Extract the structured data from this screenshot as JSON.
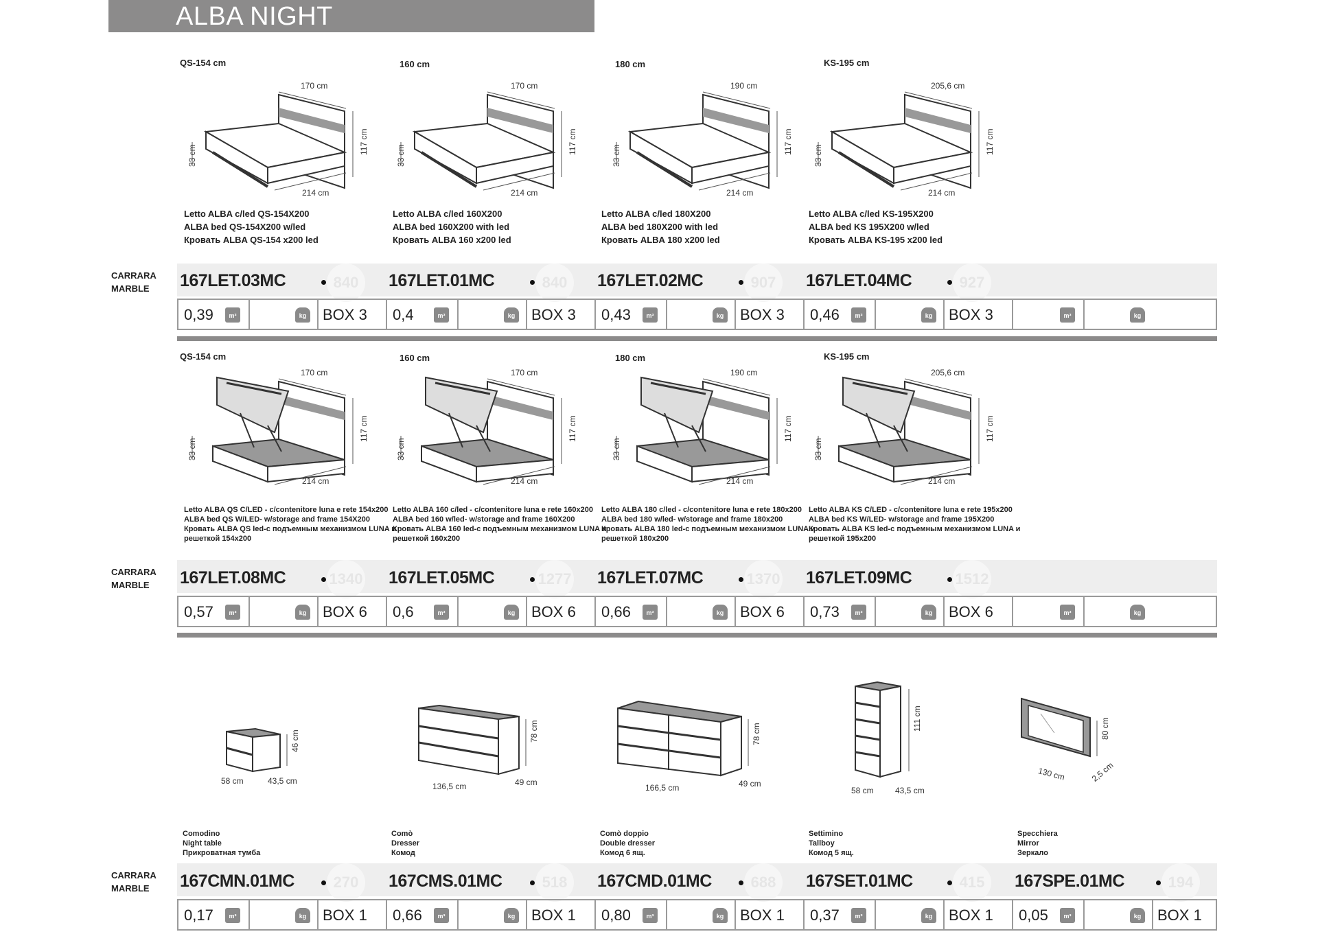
{
  "header": {
    "title": "ALBA NIGHT"
  },
  "material": "CARRARA\nMARBLE",
  "units": {
    "volume": "m³",
    "weight": "kg"
  },
  "rows": [
    {
      "items": [
        {
          "size": "QS-154 cm",
          "width": "170 cm",
          "length": "214 cm",
          "height": "117 cm",
          "base": "33 cm",
          "desc": [
            "Letto ALBA  c/led QS-154X200",
            "ALBA bed  QS-154X200 w/led",
            "Кровать ALBA QS-154 x200 led"
          ],
          "code": "167LET.03MC",
          "price": "840",
          "volume": "0,39",
          "box": "BOX 3"
        },
        {
          "size": "160 cm",
          "width": "170 cm",
          "length": "214 cm",
          "height": "117 cm",
          "base": "33 cm",
          "desc": [
            "Letto  ALBA  c/led 160X200",
            "ALBA bed 160X200 with led",
            "Кровать ALBA 160 x200 led"
          ],
          "code": "167LET.01MC",
          "price": "840",
          "volume": "0,4",
          "box": "BOX 3"
        },
        {
          "size": "180 cm",
          "width": "190 cm",
          "length": "214 cm",
          "height": "117 cm",
          "base": "33 cm",
          "desc": [
            "Letto  ALBA  c/led 180X200",
            "ALBA bed 180X200 with led",
            "Кровать ALBA 180 x200 led"
          ],
          "code": "167LET.02MC",
          "price": "907",
          "volume": "0,43",
          "box": "BOX 3"
        },
        {
          "size": "KS-195 cm",
          "width": "205,6 cm",
          "length": "214 cm",
          "height": "117 cm",
          "base": "33 cm",
          "desc": [
            "Letto ALBA  c/led KS-195X200",
            "ALBA bed  KS 195X200 w/led",
            "Кровать ALBA KS-195 x200 led"
          ],
          "code": "167LET.04MC",
          "price": "927",
          "volume": "0,46",
          "box": "BOX 3"
        }
      ]
    },
    {
      "items": [
        {
          "size": "QS-154 cm",
          "width": "170 cm",
          "length": "214 cm",
          "height": "117 cm",
          "base": "33 cm",
          "desc": [
            "Letto ALBA QS  C/LED - c/contenitore luna e rete 154x200",
            "ALBA bed QS W/LED-  w/storage  and frame 154X200",
            " Кровать ALBA QS led-с подъемным механизмом LUNA и",
            "решеткой 154x200"
          ],
          "code": "167LET.08MC",
          "price": "1340",
          "volume": "0,57",
          "box": "BOX 6"
        },
        {
          "size": "160 cm",
          "width": "170 cm",
          "length": "214 cm",
          "height": "117 cm",
          "base": "33 cm",
          "desc": [
            "Letto ALBA 160 c/led - c/contenitore luna e rete 160x200",
            "ALBA bed 160 w/led-  w/storage  and frame 160X200",
            "Кровать ALBA 160 led-с подъемным механизмом LUNA и",
            "решеткой 160x200"
          ],
          "code": "167LET.05MC",
          "price": "1277",
          "volume": "0,6",
          "box": "BOX 6"
        },
        {
          "size": "180 cm",
          "width": "190 cm",
          "length": "214 cm",
          "height": "117 cm",
          "base": "33 cm",
          "desc": [
            "Letto ALBA 180 c/led - c/contenitore luna e rete 180x200",
            "ALBA bed 180 w/led-  w/storage  and frame 180x200",
            "Кровать ALBA 180 led-с подъемным механизмом LUNA и",
            "решеткой 180x200"
          ],
          "code": "167LET.07MC",
          "price": "1370",
          "volume": "0,66",
          "box": "BOX 6"
        },
        {
          "size": "KS-195 cm",
          "width": "205,6 cm",
          "length": "214 cm",
          "height": "117 cm",
          "base": "33 cm",
          "desc": [
            "Letto ALBA KS  C/LED - c/contenitore luna e rete 195x200",
            "ALBA bed KS W/LED-  w/storage  and frame 195X200",
            " Кровать ALBA KS led-с подъемным механизмом LUNA и",
            "решеткой 195x200"
          ],
          "code": "167LET.09MC",
          "price": "1512",
          "volume": "0,73",
          "box": "BOX 6"
        }
      ]
    },
    {
      "items": [
        {
          "dims": [
            "58 cm",
            "43,5 cm",
            "46 cm"
          ],
          "desc": [
            "Comodino",
            "Night table",
            "Прикроватная тумба"
          ],
          "code": "167CMN.01MC",
          "price": "270",
          "volume": "0,17",
          "box": "BOX 1"
        },
        {
          "dims": [
            "136,5 cm",
            "49 cm",
            "78 cm"
          ],
          "desc": [
            "Comò",
            "Dresser",
            "Комод"
          ],
          "code": "167CMS.01MC",
          "price": "518",
          "volume": "0,66",
          "box": "BOX 1"
        },
        {
          "dims": [
            "166,5 cm",
            "49 cm",
            "78 cm"
          ],
          "desc": [
            "Comò doppio",
            "Double dresser",
            "Комод 6 ящ."
          ],
          "code": "167CMD.01MC",
          "price": "688",
          "volume": "0,80",
          "box": "BOX 1"
        },
        {
          "dims": [
            "58 cm",
            "43,5 cm",
            "111 cm"
          ],
          "desc": [
            "Settimino",
            "Tallboy",
            "Комод 5 ящ."
          ],
          "code": "167SET.01MC",
          "price": "415",
          "volume": "0,37",
          "box": "BOX 1"
        },
        {
          "dims": [
            "130 cm",
            "2,5 cm",
            "80 cm"
          ],
          "desc": [
            "Specchiera",
            "Mirror",
            "Зеркало"
          ],
          "code": "167SPE.01MC",
          "price": "194",
          "volume": "0,05",
          "box": "BOX 1"
        }
      ]
    }
  ]
}
